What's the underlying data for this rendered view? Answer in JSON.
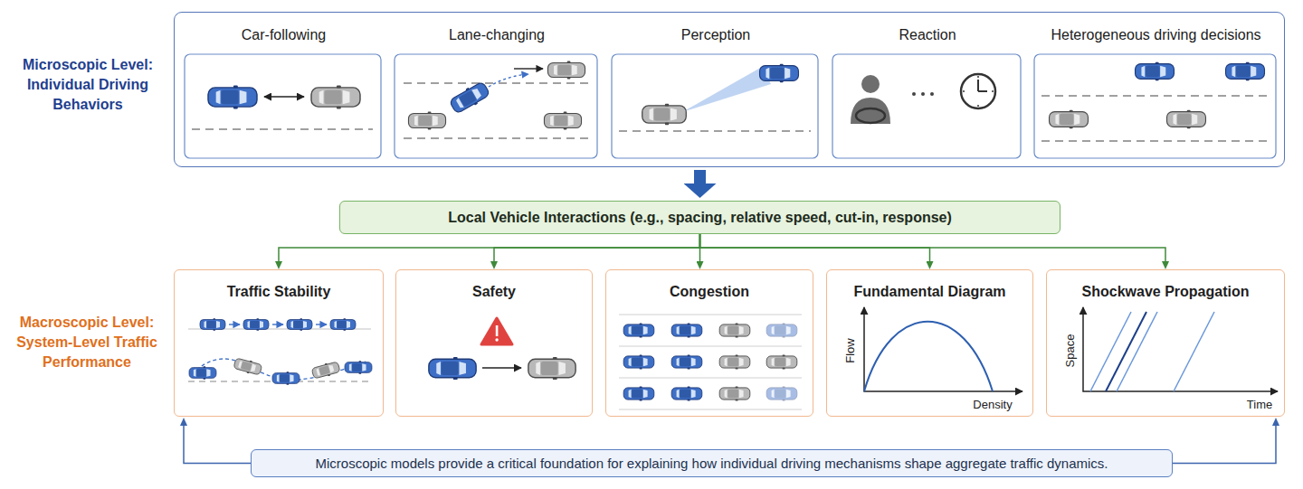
{
  "diagram": {
    "nodes": [
      {
        "text": [
          "Microscopic Level: Individual Driving Behaviors"
        ]
      },
      {
        "text": [
          "Car-following"
        ],
        "in": 0
      },
      {
        "text": [
          "Lane-changing"
        ],
        "in": 0
      },
      {
        "text": [
          "Perception"
        ],
        "in": 0
      },
      {
        "text": [
          "Reaction"
        ],
        "in": 0
      },
      {
        "text": [
          "Heterogeneous driving decisions"
        ],
        "in": 0
      },
      {
        "text": [
          "Local Vehicle Interactions (e.g., spacing, relative speed, cut-in, response)"
        ]
      },
      {
        "text": [
          "Traffic Stability"
        ]
      },
      {
        "text": [
          "Safety"
        ]
      },
      {
        "text": [
          "Congestion"
        ]
      },
      {
        "text": [
          "Fundamental Diagram"
        ]
      },
      {
        "text": [
          "Shockwave Propagation"
        ]
      },
      {
        "text": [
          "Microscopic models provide a critical foundation for explaining how individual driving mechanisms shape aggregate traffic dynamics."
        ]
      }
    ],
    "edges": [
      {
        "from": 0,
        "to": 6,
        "arrow": "to"
      },
      {
        "from": 6,
        "to": 7,
        "arrow": "to"
      },
      {
        "from": 6,
        "to": 8,
        "arrow": "to"
      },
      {
        "from": 6,
        "to": 9,
        "arrow": "to"
      },
      {
        "from": 6,
        "to": 10,
        "arrow": "to"
      },
      {
        "from": 6,
        "to": 11,
        "arrow": "to"
      },
      {
        "from": 12,
        "to": 7,
        "arrow": "to"
      },
      {
        "from": 12,
        "to": 11,
        "arrow": "to"
      }
    ],
    "labels": [
      "Macroscopic Level: System-Level Traffic Performance",
      "Flow",
      "Density",
      "Space",
      "Time"
    ]
  }
}
